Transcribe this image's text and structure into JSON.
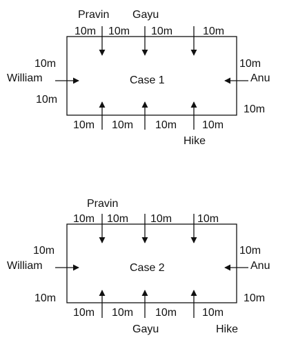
{
  "colors": {
    "line": "#111111",
    "text": "#111111",
    "background": "#ffffff"
  },
  "cases": [
    {
      "title": "Case 1",
      "people": [
        "Pravin",
        "Gayu",
        "William",
        "Anu",
        "Hike"
      ],
      "top_segments": [
        "10m",
        "10m",
        "10m",
        "10m"
      ],
      "bottom_segments": [
        "10m",
        "10m",
        "10m",
        "10m"
      ],
      "left_segments": [
        "10m",
        "10m"
      ],
      "right_segments": [
        "10m",
        "10m"
      ]
    },
    {
      "title": "Case 2",
      "people": [
        "Pravin",
        "William",
        "Anu",
        "Gayu",
        "Hike"
      ],
      "top_segments": [
        "10m",
        "10m",
        "10m",
        "10m"
      ],
      "bottom_segments": [
        "10m",
        "10m",
        "10m",
        "10m"
      ],
      "left_segments": [
        "10m",
        "10m"
      ],
      "right_segments": [
        "10m",
        "10m"
      ]
    }
  ]
}
